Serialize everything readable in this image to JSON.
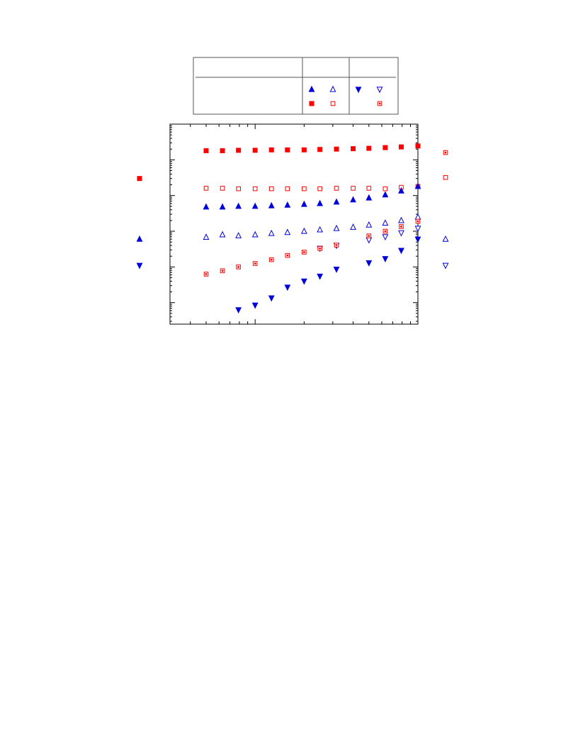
{
  "colors": {
    "red": "#ff0000",
    "blue": "#0000dd",
    "axis": "#000000",
    "table_line": "#555555"
  },
  "legend_table": {
    "rows": [
      {
        "cells": [
          {
            "symbol": "triangle-up-filled",
            "color": "#0000dd"
          },
          {
            "symbol": "triangle-up-open",
            "color": "#0000dd"
          },
          {
            "symbol": "triangle-down-filled",
            "color": "#0000dd"
          },
          {
            "symbol": "triangle-down-open",
            "color": "#0000dd"
          }
        ]
      },
      {
        "cells": [
          {
            "symbol": "square-filled",
            "color": "#ff0000"
          },
          {
            "symbol": "square-open",
            "color": "#ff0000"
          },
          {
            "symbol": "",
            "color": ""
          },
          {
            "symbol": "square-dotted",
            "color": "#ff0000"
          }
        ]
      }
    ]
  },
  "side_markers": {
    "left": [
      {
        "symbol": "square-filled",
        "color": "#ff0000",
        "level": 30
      },
      {
        "symbol": "triangle-up-filled",
        "color": "#0000dd",
        "level": 0.6
      },
      {
        "symbol": "triangle-down-filled",
        "color": "#0000dd",
        "level": 0.11
      }
    ],
    "right": [
      {
        "symbol": "square-dotted",
        "color": "#ff0000",
        "level": 160
      },
      {
        "symbol": "square-open",
        "color": "#ff0000",
        "level": 32
      },
      {
        "symbol": "triangle-up-open",
        "color": "#0000dd",
        "level": 0.6
      },
      {
        "symbol": "triangle-down-open",
        "color": "#0000dd",
        "level": 0.11
      }
    ]
  },
  "chart_data": {
    "type": "scatter",
    "title": "",
    "xlabel": "",
    "ylabel": "",
    "xscale": "log",
    "yscale": "log",
    "xlim": [
      3,
      100
    ],
    "ylim": [
      0.0025,
      1000
    ],
    "grid": false,
    "x": [
      5,
      6.3,
      7.9,
      10,
      12.6,
      15.8,
      20,
      25,
      31.6,
      40,
      50,
      63,
      79,
      100
    ],
    "series": [
      {
        "symbol": "square-filled",
        "color": "#ff0000",
        "values": [
          180,
          180,
          185,
          185,
          190,
          190,
          190,
          195,
          200,
          205,
          210,
          220,
          230,
          245
        ]
      },
      {
        "symbol": "square-open",
        "color": "#ff0000",
        "values": [
          16,
          16,
          15.5,
          15.5,
          15.5,
          15.5,
          15.5,
          15.5,
          16,
          16,
          16,
          15.5,
          17,
          18
        ]
      },
      {
        "symbol": "triangle-up-filled",
        "color": "#0000dd",
        "values": [
          4.8,
          4.8,
          5,
          5,
          5.2,
          5.4,
          5.7,
          6,
          6.6,
          7.6,
          8.6,
          10.5,
          13.5,
          18
        ]
      },
      {
        "symbol": "triangle-up-open",
        "color": "#0000dd",
        "values": [
          0.68,
          0.8,
          0.75,
          0.8,
          0.87,
          0.93,
          1.0,
          1.1,
          1.2,
          1.3,
          1.5,
          1.7,
          2.0,
          2.5
        ]
      },
      {
        "symbol": "triangle-down-filled",
        "color": "#0000dd",
        "values": [
          null,
          null,
          0.0063,
          0.0085,
          0.0135,
          0.027,
          0.04,
          0.055,
          0.086,
          null,
          0.13,
          0.17,
          0.29,
          0.6
        ]
      },
      {
        "symbol": "triangle-down-open",
        "color": "#0000dd",
        "values": [
          null,
          null,
          null,
          null,
          null,
          null,
          null,
          0.33,
          0.4,
          null,
          0.57,
          0.7,
          0.9,
          1.2
        ]
      },
      {
        "symbol": "square-dotted",
        "color": "#ff0000",
        "values": [
          0.063,
          0.078,
          0.1,
          0.125,
          0.16,
          0.21,
          0.26,
          0.33,
          0.41,
          null,
          0.74,
          1.0,
          1.35,
          1.9
        ]
      }
    ]
  }
}
